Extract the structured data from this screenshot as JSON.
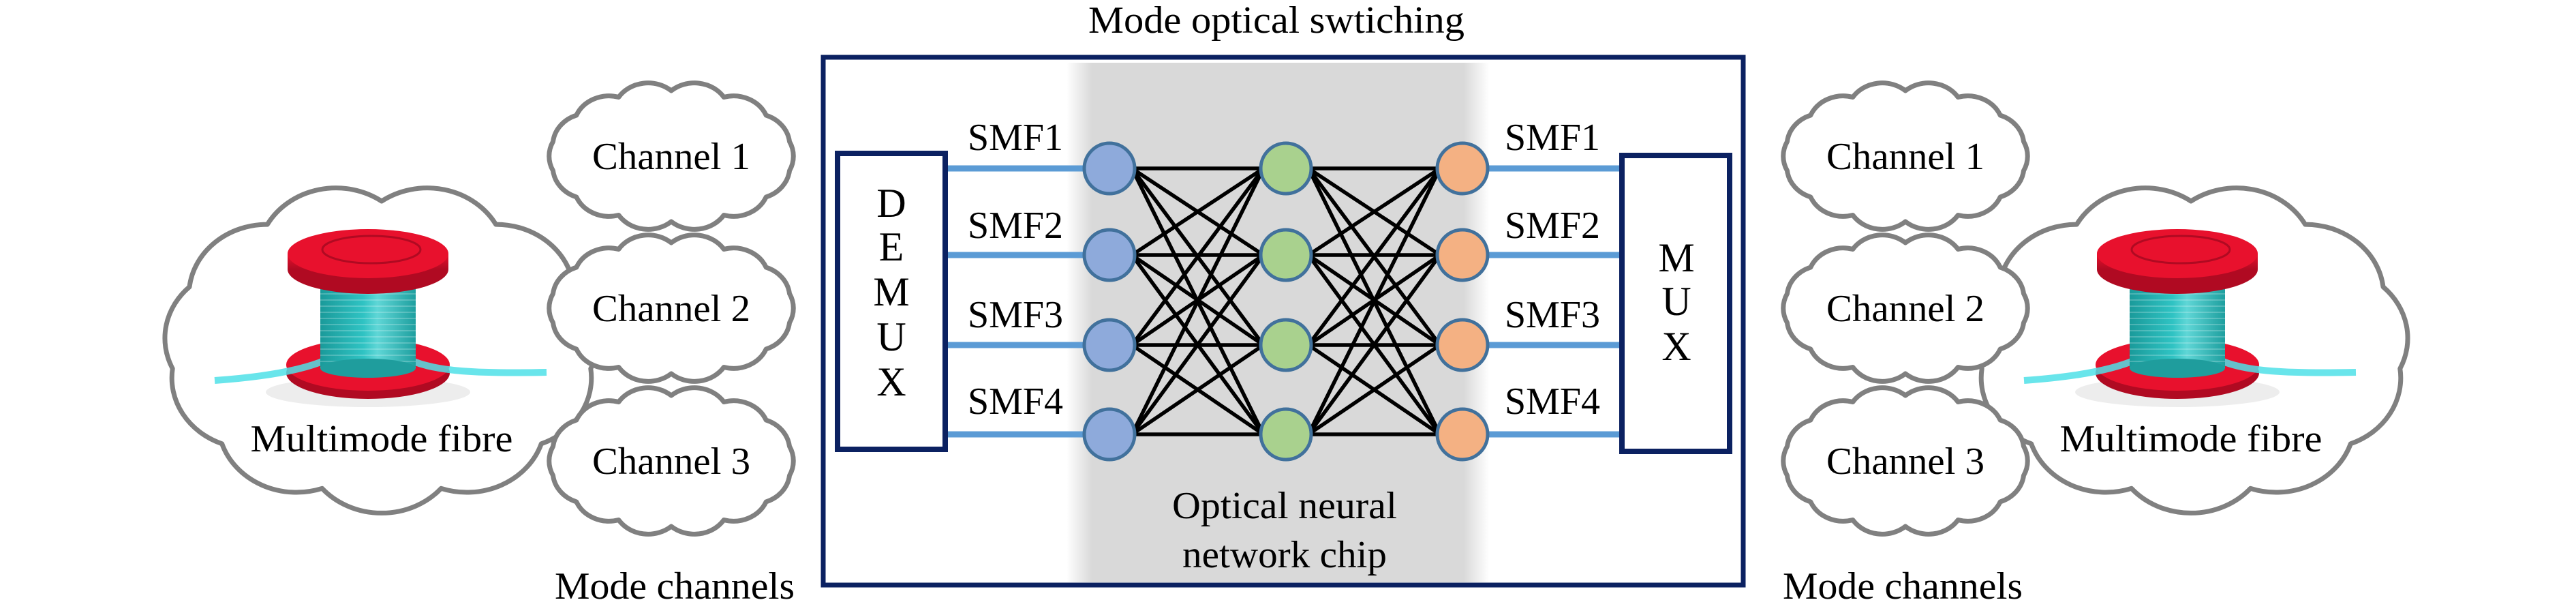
{
  "title": "Mode optical swtiching",
  "chip_label": [
    "Optical neural",
    "network chip"
  ],
  "demux_label": [
    "D",
    "E",
    "M",
    "U",
    "X"
  ],
  "mux_label": [
    "M",
    "U",
    "X"
  ],
  "smf_labels": [
    "SMF1",
    "SMF2",
    "SMF3",
    "SMF4"
  ],
  "left": {
    "fibre_label": "Multimode fibre",
    "channels": [
      "Channel 1",
      "Channel 2",
      "Channel 3"
    ],
    "group_label": "Mode channels"
  },
  "right": {
    "fibre_label": "Multimode fibre",
    "channels": [
      "Channel 1",
      "Channel 2",
      "Channel 3"
    ],
    "group_label": "Mode channels"
  },
  "network": {
    "layers": [
      {
        "name": "input",
        "nodes": 4,
        "color": "#8eaadb"
      },
      {
        "name": "hidden",
        "nodes": 4,
        "color": "#a9d18e"
      },
      {
        "name": "output",
        "nodes": 4,
        "color": "#f4b183"
      }
    ],
    "connectivity": "fully-connected",
    "node_border_color": "#41719c",
    "edge_color": "#000000"
  },
  "colors": {
    "frame": "#0b2161",
    "wire": "#5b9bd5",
    "chip_bg": "#d9d9d9",
    "cloud_stroke": "#808080",
    "spool_flange": "#e8112d",
    "spool_core": "#2bb5b5",
    "fibre": "#4fe0e8"
  }
}
